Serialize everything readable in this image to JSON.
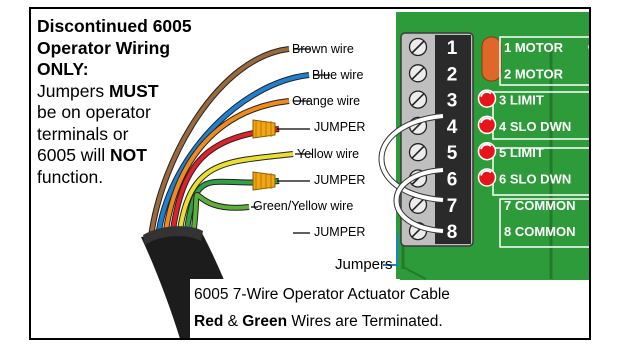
{
  "note": {
    "heading": [
      "Discontinued 6005",
      "Operator Wiring",
      "ONLY:"
    ],
    "l1_a": "Jumpers ",
    "l1_b": "MUST",
    "l2": "be on operator",
    "l3": "terminals or",
    "l4_a": "6005 will ",
    "l4_b": "NOT",
    "l5": "function."
  },
  "wire_labels": [
    {
      "text": "Brown wire",
      "color": "#9b6a3c"
    },
    {
      "text": "Blue wire",
      "color": "#1f7fd0"
    },
    {
      "text": "Orange wire",
      "color": "#f08a1c"
    },
    {
      "text": "JUMPER",
      "color": "#f2a516"
    },
    {
      "text": "Yellow wire",
      "color": "#e8df2e"
    },
    {
      "text": "JUMPER",
      "color": "#f2a516"
    },
    {
      "text": "Green/Yellow wire",
      "color": "#5eae3a"
    },
    {
      "text": "JUMPER",
      "color": "#ffffff"
    }
  ],
  "jumpers_label": "Jumpers",
  "terminals": [
    "1",
    "2",
    "3",
    "4",
    "5",
    "6",
    "7",
    "8"
  ],
  "terminal_labels": [
    "1 MOTOR",
    "2 MOTOR",
    "3 LIMIT",
    "4 SLO DWN",
    "5 LIMIT",
    "6 SLO DWN",
    "7 COMMON",
    "8 COMMON"
  ],
  "caption": {
    "line1": "6005 7-Wire Operator Actuator Cable",
    "red": "Red",
    "amp": " & ",
    "green": "Green",
    "rest": " Wires are Terminated."
  },
  "colors": {
    "board": "#2e9b3a",
    "board_dark": "#237a2c",
    "cable": "#1c1c1c",
    "led": "#e8141c",
    "capacitor": "#e0672a",
    "red_wire": "#e0212a",
    "green_wire": "#2fa043"
  }
}
